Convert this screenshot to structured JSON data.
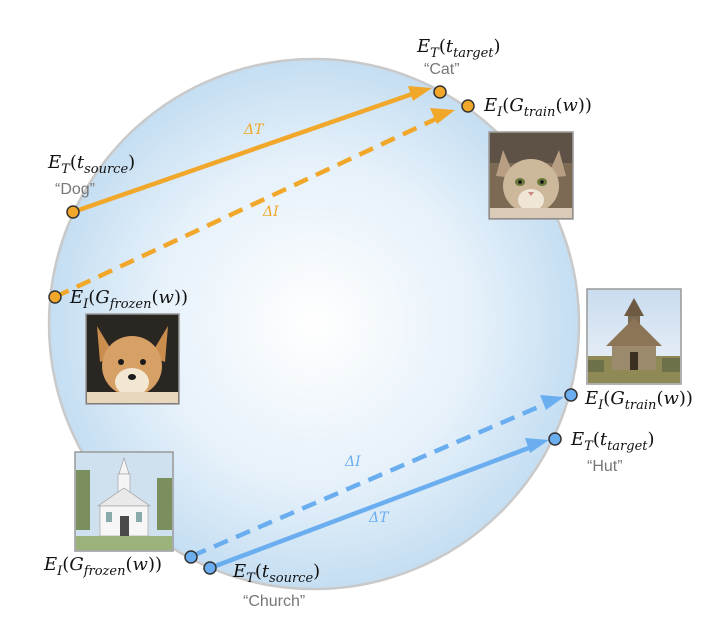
{
  "colors": {
    "orange": "#f0a72a",
    "blue": "#6aaef0",
    "circle_fill_center": "#ffffff",
    "circle_fill_edge": "#bcd9f0",
    "circle_stroke": "#c9c9c9",
    "quote_text": "#777777"
  },
  "labels": {
    "dog_quote": "“Dog”",
    "cat_quote": "“Cat”",
    "church_quote": "“Church”",
    "hut_quote": "“Hut”",
    "delta_T": "ΔT",
    "delta_I": "ΔI",
    "E": "E",
    "T": "T",
    "I": "I",
    "G": "G",
    "t": "t",
    "w": "w",
    "sub_source": "source",
    "sub_target": "target",
    "sub_train": "train",
    "sub_frozen": "frozen"
  },
  "images": {
    "cat": "cat-photo",
    "dog": "dog-photo",
    "hut": "hut-photo",
    "church": "church-photo"
  }
}
